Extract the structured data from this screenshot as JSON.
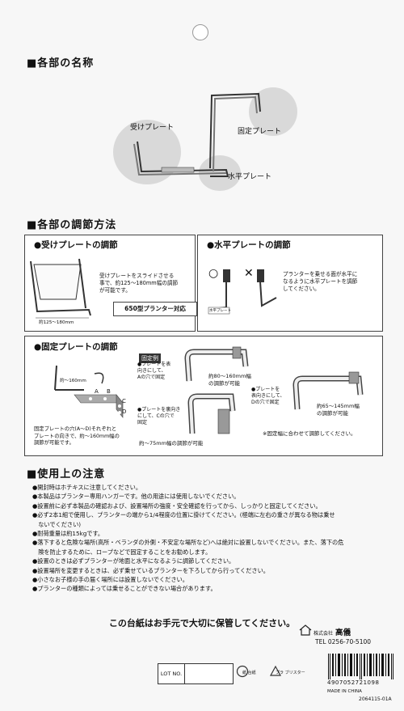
{
  "section1": {
    "title": "■各部の名称"
  },
  "parts": {
    "receive": "受けプレート",
    "fixed": "固定プレート",
    "horizontal": "水平プレート"
  },
  "section2": {
    "title": "■各部の調節方法"
  },
  "box_receive": {
    "title": "●受けプレートの調節",
    "desc": [
      "受けプレートをスライドさせる",
      "事で、約125〜180mm幅の調節",
      "が可能です。"
    ],
    "range_label": "約125〜180mm",
    "planter_note": "650型プランター対応"
  },
  "box_horizontal": {
    "title": "●水平プレートの調節",
    "symbol_ok": "○",
    "symbol_ng": "✕",
    "desc": [
      "プランターを乗せる面が水平に",
      "なるように水平プレートを調節",
      "してください。"
    ],
    "tag": "水平プレート"
  },
  "box_fixed": {
    "title": "●固定プレートの調節",
    "example_tag": "固定例",
    "range_top": "約〜160mm",
    "holes": [
      "A",
      "B",
      "C",
      "D"
    ],
    "desc_left": [
      "固定プレートの穴(A〜D)それぞれと",
      "プレートの向きで、約〜160mm幅の",
      "調節が可能です。"
    ],
    "note_a": [
      "●プレートを表",
      "向きにして、",
      "Aの穴で固定"
    ],
    "note_a_range": [
      "約80〜160mm幅",
      "の調節が可能"
    ],
    "note_c": [
      "●プレートを裏向き",
      "にして、Cの穴で",
      "固定"
    ],
    "note_c_range": "約〜75mm幅の調節が可能",
    "note_d": [
      "●プレートを",
      "表向きにして、",
      "Dの穴で固定"
    ],
    "note_d_range": [
      "約65〜145mm幅",
      "の調節が可能"
    ],
    "footnote": "※固定幅に合わせて調節してください。"
  },
  "section3": {
    "title": "■使用上の注意"
  },
  "notes": [
    "●開封時はホチキスに注意してください。",
    "●本製品はプランター専用ハンガーです。他の用途には使用しないでください。",
    "●設置前に必ず本製品の確認および、設置場所の強度・安全確認を行ってから、しっかりと固定してください。",
    "●必ず2本1組で使用し、プランターの端から1/4程度の位置に掛けてください。(極端に左右の重さが異なる物は乗せ",
    "　ないでください)",
    "●耐荷重量は約15kgです。",
    "●落下すると危険な場所(高所・ベランダの外側・不安定な場所など)へは絶対に設置しないでください。また、落下の危",
    "　険を防止するために、ロープなどで固定することをお勧めします。",
    "●設置のときは必ずプランターが地面と水平になるように調節してください。",
    "●設置場所を変更するときは、必ず乗せているプランターを下ろしてから行ってください。",
    "●小さなお子様の手の届く場所には設置しないでください。",
    "●プランターの種類によっては乗せることができない場合があります。"
  ],
  "keep_notice": "この台紙はお手元で大切に保管してください。",
  "company": {
    "prefix": "株式会社",
    "name": "高儀",
    "tel": "TEL 0256-70-5100"
  },
  "lot": {
    "label": "LOT NO.",
    "value": ""
  },
  "recycle": {
    "paper": "紙 台紙",
    "plastic": "プラ ブリスター"
  },
  "barcode_number": "4907052721098",
  "made_in": "MADE IN CHINA",
  "product_code": "2064115-01A"
}
